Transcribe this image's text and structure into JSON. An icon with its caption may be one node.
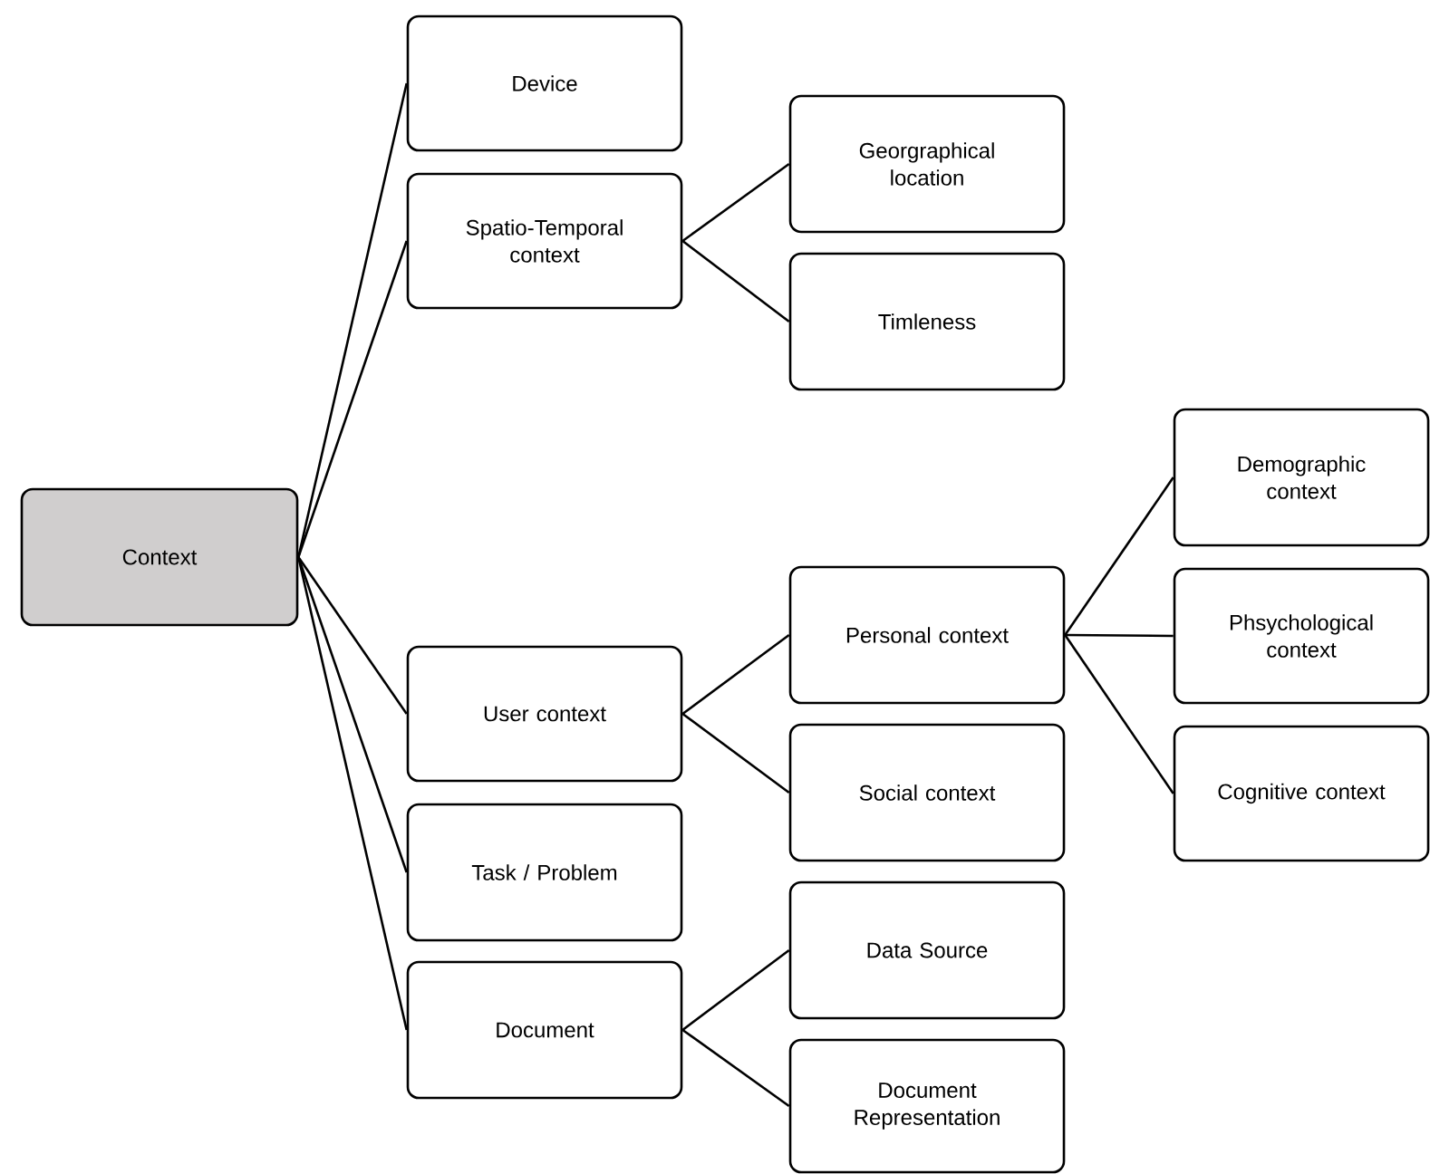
{
  "diagram": {
    "nodes": [
      {
        "text": [
          "Context"
        ]
      },
      {
        "text": [
          "Device"
        ]
      },
      {
        "text": [
          "Spatio-Temporal context"
        ]
      },
      {
        "text": [
          "Georgraphical location"
        ]
      },
      {
        "text": [
          "Timleness"
        ]
      },
      {
        "text": [
          "User context"
        ]
      },
      {
        "text": [
          "Personal context"
        ]
      },
      {
        "text": [
          "Demographic context"
        ]
      },
      {
        "text": [
          "Phsychological context"
        ]
      },
      {
        "text": [
          "Cognitive context"
        ]
      },
      {
        "text": [
          "Social context"
        ]
      },
      {
        "text": [
          "Task / Problem"
        ]
      },
      {
        "text": [
          "Document"
        ]
      },
      {
        "text": [
          "Data Source"
        ]
      },
      {
        "text": [
          "Document Representation"
        ]
      }
    ],
    "edges": [
      {
        "from": 0,
        "to": 1,
        "arrow": "none"
      },
      {
        "from": 0,
        "to": 2,
        "arrow": "none"
      },
      {
        "from": 2,
        "to": 3,
        "arrow": "none"
      },
      {
        "from": 2,
        "to": 4,
        "arrow": "none"
      },
      {
        "from": 0,
        "to": 5,
        "arrow": "none"
      },
      {
        "from": 5,
        "to": 6,
        "arrow": "none"
      },
      {
        "from": 6,
        "to": 7,
        "arrow": "none"
      },
      {
        "from": 6,
        "to": 8,
        "arrow": "none"
      },
      {
        "from": 6,
        "to": 9,
        "arrow": "none"
      },
      {
        "from": 5,
        "to": 10,
        "arrow": "none"
      },
      {
        "from": 0,
        "to": 11,
        "arrow": "none"
      },
      {
        "from": 0,
        "to": 12,
        "arrow": "none"
      },
      {
        "from": 12,
        "to": 13,
        "arrow": "none"
      },
      {
        "from": 12,
        "to": 14,
        "arrow": "none"
      }
    ]
  }
}
